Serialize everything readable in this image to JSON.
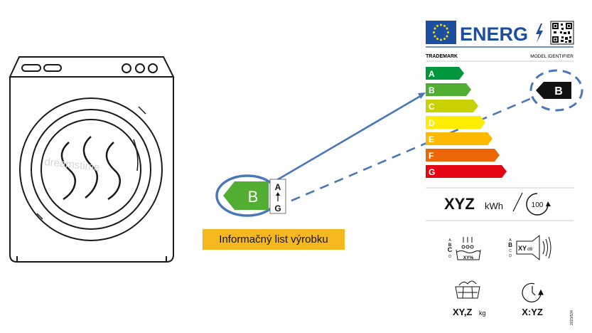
{
  "energy_label": {
    "title": "ENERG",
    "trademark": "TRADEMARK",
    "model_identifier": "MODEL IDENTIFIER",
    "classes": [
      "A",
      "B",
      "C",
      "D",
      "E",
      "F",
      "G"
    ],
    "class_colors": [
      "#00963c",
      "#52ae32",
      "#c8d200",
      "#ffed00",
      "#fbba00",
      "#ec6608",
      "#e30613"
    ],
    "selected_class": "B",
    "energy_value": "XYZ",
    "energy_unit": "kWh",
    "cycles": "100",
    "condensation_classes": [
      "A",
      "B",
      "C",
      "D"
    ],
    "condensation_value": "XY%",
    "noise_classes": [
      "A",
      "B",
      "C",
      "D"
    ],
    "noise_value": "XY",
    "noise_unit": "dB",
    "capacity_value": "XY,Z",
    "capacity_unit": "kg",
    "duration_value": "X:YZ",
    "regulation": "2023/534"
  },
  "small_label": {
    "class": "B",
    "scale_top": "A",
    "scale_bottom": "G"
  },
  "info_banner": "Informačný list výrobku",
  "watermark": "dreamstime"
}
